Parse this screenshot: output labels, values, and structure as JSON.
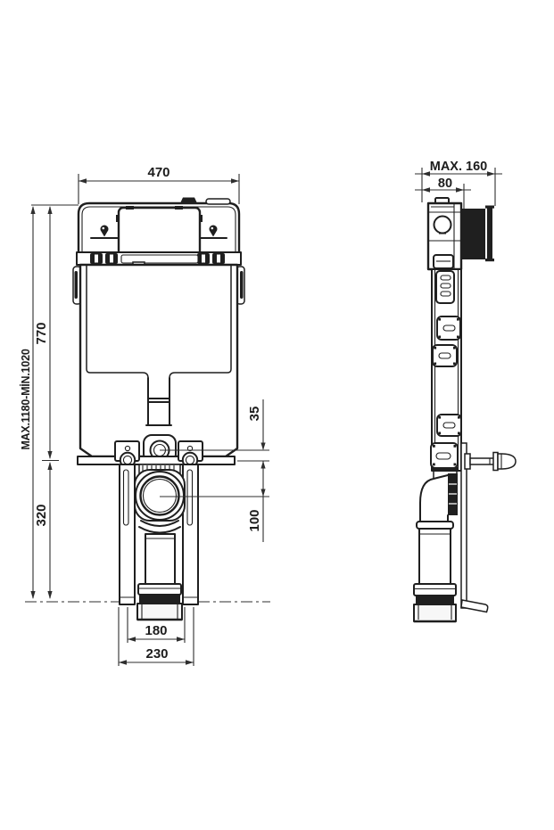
{
  "meta": {
    "background_color": "#ffffff",
    "line_color": "#1f1f1f",
    "dimension_color": "#2e2e2e"
  },
  "drawing": {
    "type": "technical-drawing",
    "subject": "concealed-cistern-frame",
    "icons": {
      "water_inlet": "water-inlet-icon"
    },
    "views": {
      "front": {
        "name": "front-view",
        "dimensions": {
          "width_top": "470",
          "frame_height": "770",
          "overall_height": "MAX.1180-MİN.1020",
          "lower_height": "320",
          "flush_pipe_offset": "35",
          "drain_offset": "100",
          "leg_span": "180",
          "base_span": "230"
        }
      },
      "side": {
        "name": "side-view",
        "dimensions": {
          "depth_max": "MAX. 160",
          "frame_depth": "80"
        }
      }
    }
  }
}
